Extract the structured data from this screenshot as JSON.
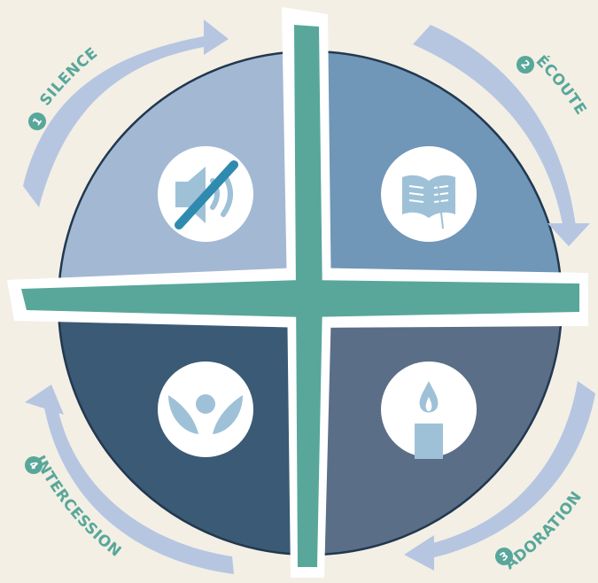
{
  "colors": {
    "background": "#f3efe5",
    "quadrant_silence": "#a3b8d3",
    "quadrant_ecoute": "#7096b8",
    "quadrant_adoration": "#5b6e87",
    "quadrant_intercession": "#3a5a75",
    "circle_outline": "#22384f",
    "cross": "#58a79a",
    "cross_border": "#ffffff",
    "arrow": "#b6c6e1",
    "label_text": "#58a79a",
    "number_badge": "#58a79a",
    "icon_circle": "#ffffff",
    "icon_fill": "#9ec1d8",
    "icon_slash": "#2f8ab0"
  },
  "steps": [
    {
      "number": "1",
      "label": "SILENCE",
      "icon": "mute-speaker-icon"
    },
    {
      "number": "2",
      "label": "ÉCOUTE",
      "icon": "open-bible-icon"
    },
    {
      "number": "3",
      "label": "ADORATION",
      "icon": "candle-icon"
    },
    {
      "number": "4",
      "label": "INTERCESSION",
      "icon": "praying-person-icon"
    }
  ]
}
